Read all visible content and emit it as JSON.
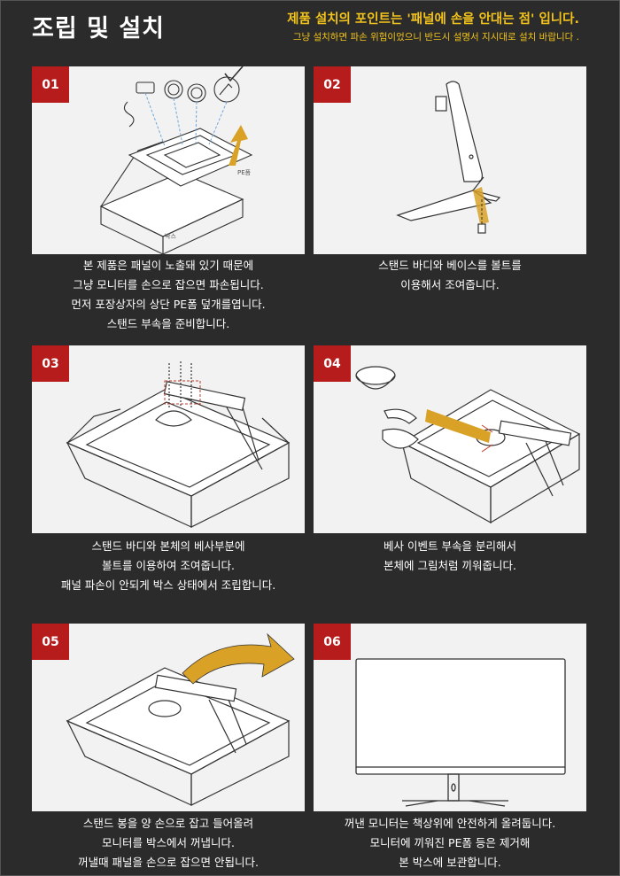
{
  "header": {
    "title": "조립 및 설치",
    "note_main": "제품 설치의 포인트는 '패널에 손을 안대는 점' 입니다.",
    "note_sub": "그냥 설치하면 파손 위험이었으니 반드시 설명서 지시대로 설치 바랍니다 ."
  },
  "steps": [
    {
      "num": "01",
      "label_pe": "PE폼",
      "label_box": "박스",
      "lines": [
        "본 제품은 패널이 노출돼 있기 때문에",
        "그냥 모니터를 손으로 잡으면 파손됩니다.",
        "먼저 포장상자의 상단 PE폼 덮개를엽니다.",
        "스탠드 부속을 준비합니다."
      ]
    },
    {
      "num": "02",
      "lines": [
        "스탠드 바디와 베이스를 볼트를",
        "이용해서 조여줍니다."
      ]
    },
    {
      "num": "03",
      "lines": [
        "스탠드 바디와 본체의 베사부분에",
        "볼트를 이용하여 조여줍니다.",
        "패널 파손이 안되게 박스 상태에서 조립합니다."
      ]
    },
    {
      "num": "04",
      "lines": [
        "베사 이벤트 부속을 분리해서",
        "본체에 그림처럼 끼워줍니다."
      ]
    },
    {
      "num": "05",
      "lines": [
        "스탠드 봉을 양 손으로 잡고 들어올려",
        "모니터를 박스에서 꺼냅니다.",
        "꺼낼때 패널을 손으로 잡으면 안됩니다."
      ]
    },
    {
      "num": "06",
      "lines": [
        "꺼낸 모니터는 책상위에 안전하게 올려둡니다.",
        "모니터에 끼워진 PE폼 등은 제거해",
        "본 박스에 보관합니다."
      ]
    }
  ],
  "colors": {
    "background": "#2b2b2b",
    "accent_red": "#b61c1c",
    "accent_yellow": "#f2c31a",
    "arrow_gold": "#d9a227"
  }
}
